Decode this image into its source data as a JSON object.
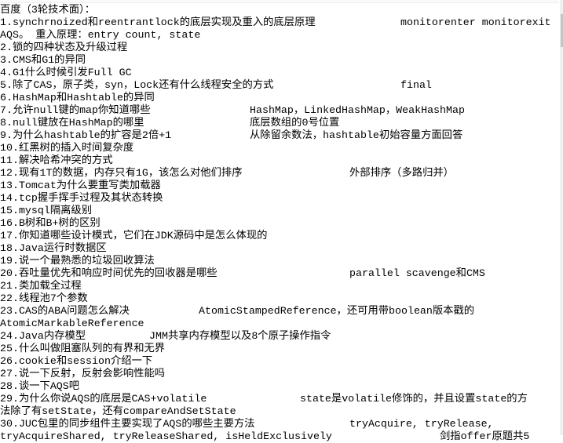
{
  "title": "百度（3轮技术面）：",
  "lines": [
    {
      "q": "1.synchrnoized和reentrantlock的底层实现及重入的底层原理",
      "a": "monitorenter monitorexit"
    },
    {
      "q": "AQS。 重入原理：entry count, state",
      "a": ""
    },
    {
      "q": "2.锁的四种状态及升级过程",
      "a": ""
    },
    {
      "q": "3.CMS和G1的异同",
      "a": ""
    },
    {
      "q": "4.G1什么时候引发Full GC",
      "a": ""
    },
    {
      "q": "5.除了CAS，原子类，syn，Lock还有什么线程安全的方式",
      "a": "final"
    },
    {
      "q": "6.HashMap和Hashtable的异同",
      "a": ""
    },
    {
      "q": "7.允许null键的map你知道哪些",
      "a": "HashMap，LinkedHashMap，WeakHashMap"
    },
    {
      "q": "8.null键放在HashMap的哪里",
      "a": "底层数组的0号位置"
    },
    {
      "q": "9.为什么hashtable的扩容是2倍+1",
      "a": "从除留余数法，hashtable初始容量方面回答"
    },
    {
      "q": "10.红黑树的插入时间复杂度",
      "a": ""
    },
    {
      "q": "11.解决哈希冲突的方式",
      "a": ""
    },
    {
      "q": "12.现有1T的数据，内存只有1G，该怎么对他们排序",
      "a": "外部排序（多路归并）"
    },
    {
      "q": "13.Tomcat为什么要重写类加载器",
      "a": ""
    },
    {
      "q": "14.tcp握手挥手过程及其状态转换",
      "a": ""
    },
    {
      "q": "15.mysql隔离级别",
      "a": ""
    },
    {
      "q": "16.B树和B+树的区别",
      "a": ""
    },
    {
      "q": "17.你知道哪些设计模式，它们在JDK源码中是怎么体现的",
      "a": ""
    },
    {
      "q": "18.Java运行时数据区",
      "a": ""
    },
    {
      "q": "19.说一个最熟悉的垃圾回收算法",
      "a": ""
    },
    {
      "q": "20.吞吐量优先和响应时间优先的回收器是哪些",
      "a": "parallel scavenge和CMS"
    },
    {
      "q": "21.类加载全过程",
      "a": ""
    },
    {
      "q": "22.线程池7个参数",
      "a": ""
    },
    {
      "q": "23.CAS的ABA问题怎么解决",
      "a": "AtomicStampedReference，还可用带boolean版本戳的"
    },
    {
      "q": "AtomicMarkableReference",
      "a": ""
    },
    {
      "q": "24.Java内存模型",
      "a": "JMM共享内存模型以及8个原子操作指令"
    },
    {
      "q": "25.什么叫做阻塞队列的有界和无界",
      "a": ""
    },
    {
      "q": "26.cookie和session介绍一下",
      "a": ""
    },
    {
      "q": "27.说一下反射，反射会影响性能吗",
      "a": ""
    },
    {
      "q": "28.谈一下AQS吧",
      "a": ""
    },
    {
      "q": "29.为什么你说AQS的底层是CAS+volatile",
      "a": "state是volatile修饰的，并且设置state的方"
    },
    {
      "q": "法除了有setState，还有compareAndSetState",
      "a": ""
    },
    {
      "q": "30.JUC包里的同步组件主要实现了AQS的哪些主要方法",
      "a": "tryAcquire, tryRelease,"
    },
    {
      "q": "tryAcquireShared, tryReleaseShared, isHeldExclusively",
      "a": "剑指offer原题共5"
    }
  ]
}
